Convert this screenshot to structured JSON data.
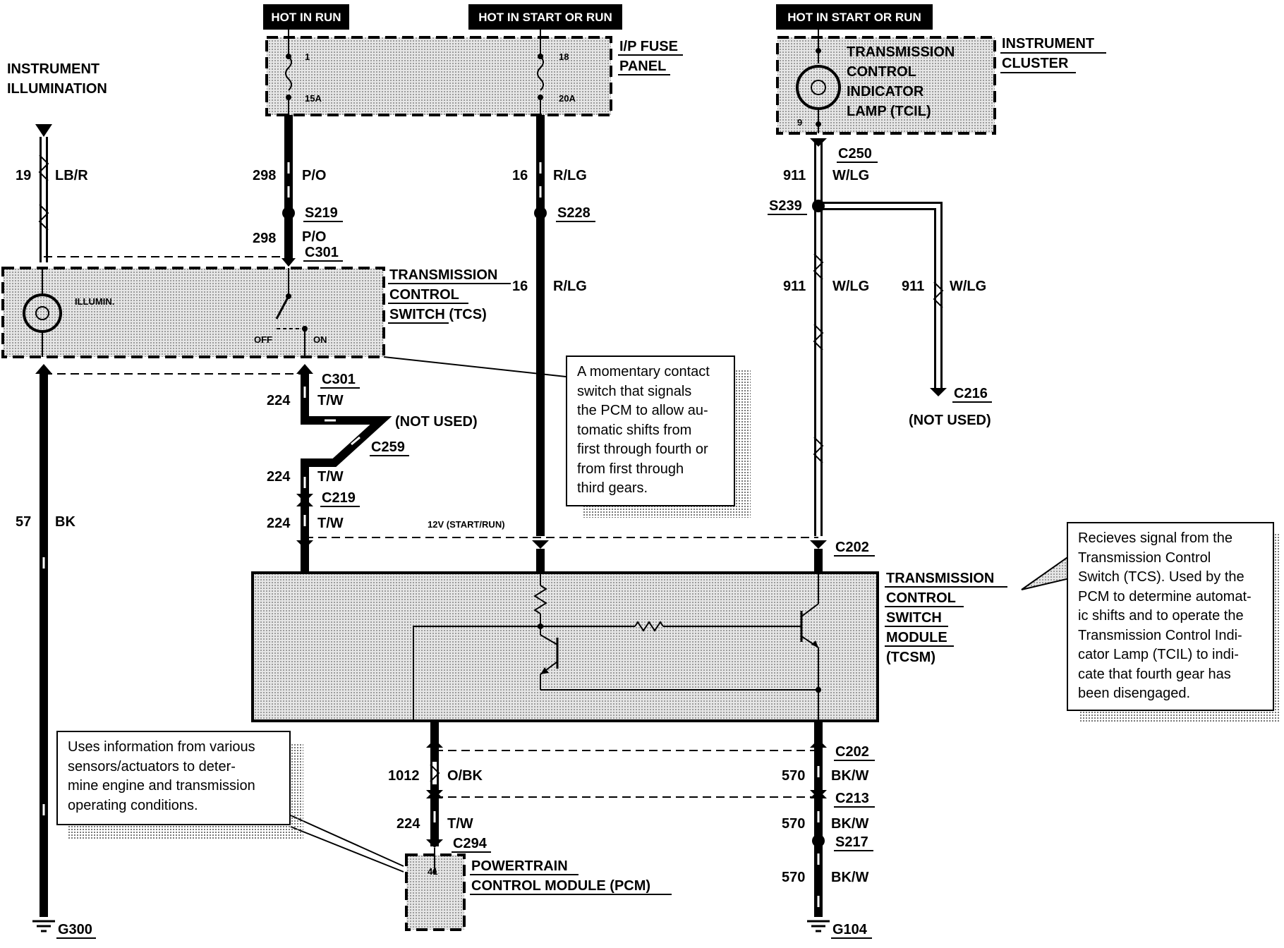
{
  "supply": {
    "hot_in_run": "HOT IN RUN",
    "hot_start_run_1": "HOT IN START OR RUN",
    "hot_start_run_2": "HOT IN START OR RUN"
  },
  "instrument_illumination": [
    "INSTRUMENT",
    "ILLUMINATION"
  ],
  "fuse_panel": {
    "title": [
      "I/P FUSE",
      "PANEL"
    ],
    "fuse1_num": "1",
    "fuse1_amp": "15A",
    "fuse2_num": "18",
    "fuse2_amp": "20A"
  },
  "instrument_cluster": {
    "title": [
      "INSTRUMENT",
      "CLUSTER"
    ],
    "lamp_label": [
      "TRANSMISSION",
      "CONTROL",
      "INDICATOR",
      "LAMP (TCIL)"
    ],
    "pin": "9"
  },
  "tcs": {
    "title": [
      "TRANSMISSION",
      "CONTROL",
      "SWITCH (TCS)"
    ],
    "illum": "ILLUMIN.",
    "off": "OFF",
    "on": "ON"
  },
  "tcsm": {
    "title": [
      "TRANSMISSION",
      "CONTROL",
      "SWITCH",
      "MODULE",
      "(TCSM)"
    ]
  },
  "pcm": {
    "title": [
      "POWERTRAIN",
      "CONTROL MODULE (PCM)"
    ],
    "pin": "41"
  },
  "circuits": {
    "c19": "19",
    "lb_r": "LB/R",
    "c298a": "298",
    "po_a": "P/O",
    "c298b": "298",
    "po_b": "P/O",
    "c16a": "16",
    "rlg_a": "R/LG",
    "c16b": "16",
    "rlg_b": "R/LG",
    "c911a": "911",
    "wlg_a": "W/LG",
    "c911b": "911",
    "wlg_b": "W/LG",
    "c911c": "911",
    "wlg_c": "W/LG",
    "c224a": "224",
    "tw_a": "T/W",
    "c224b": "224",
    "tw_b": "T/W",
    "c224c": "224",
    "tw_c": "T/W",
    "c224d": "224",
    "tw_d": "T/W",
    "c57": "57",
    "bk": "BK",
    "c1012": "1012",
    "obk": "O/BK",
    "c570a": "570",
    "bkw_a": "BK/W",
    "c570b": "570",
    "bkw_b": "BK/W",
    "c570c": "570",
    "bkw_c": "BK/W",
    "v12": "12V (START/RUN)"
  },
  "connectors": {
    "s219": "S219",
    "s228": "S228",
    "s239": "S239",
    "c250": "C250",
    "c301a": "C301",
    "c301b": "C301",
    "c259": "C259",
    "c219": "C219",
    "c202a": "C202",
    "c202b": "C202",
    "c213": "C213",
    "c294": "C294",
    "s217": "S217",
    "c216": "C216",
    "g300": "G300",
    "g104": "G104",
    "not_used_1": "(NOT USED)",
    "not_used_2": "(NOT USED)"
  },
  "notes": {
    "tcs_note": [
      "A momentary contact",
      "switch that signals",
      "the PCM to allow au-",
      "tomatic shifts from",
      "first through fourth or",
      "from first through",
      "third gears."
    ],
    "tcsm_note": [
      "Recieves signal from the",
      "Transmission Control",
      "Switch (TCS). Used by the",
      "PCM to determine automat-",
      "ic shifts and to operate the",
      "Transmission Control Indi-",
      "cator Lamp (TCIL) to indi-",
      "cate that fourth gear has",
      "been disengaged."
    ],
    "pcm_note": [
      "Uses information from various",
      "sensors/actuators to deter-",
      "mine engine and transmission",
      "operating conditions."
    ]
  }
}
